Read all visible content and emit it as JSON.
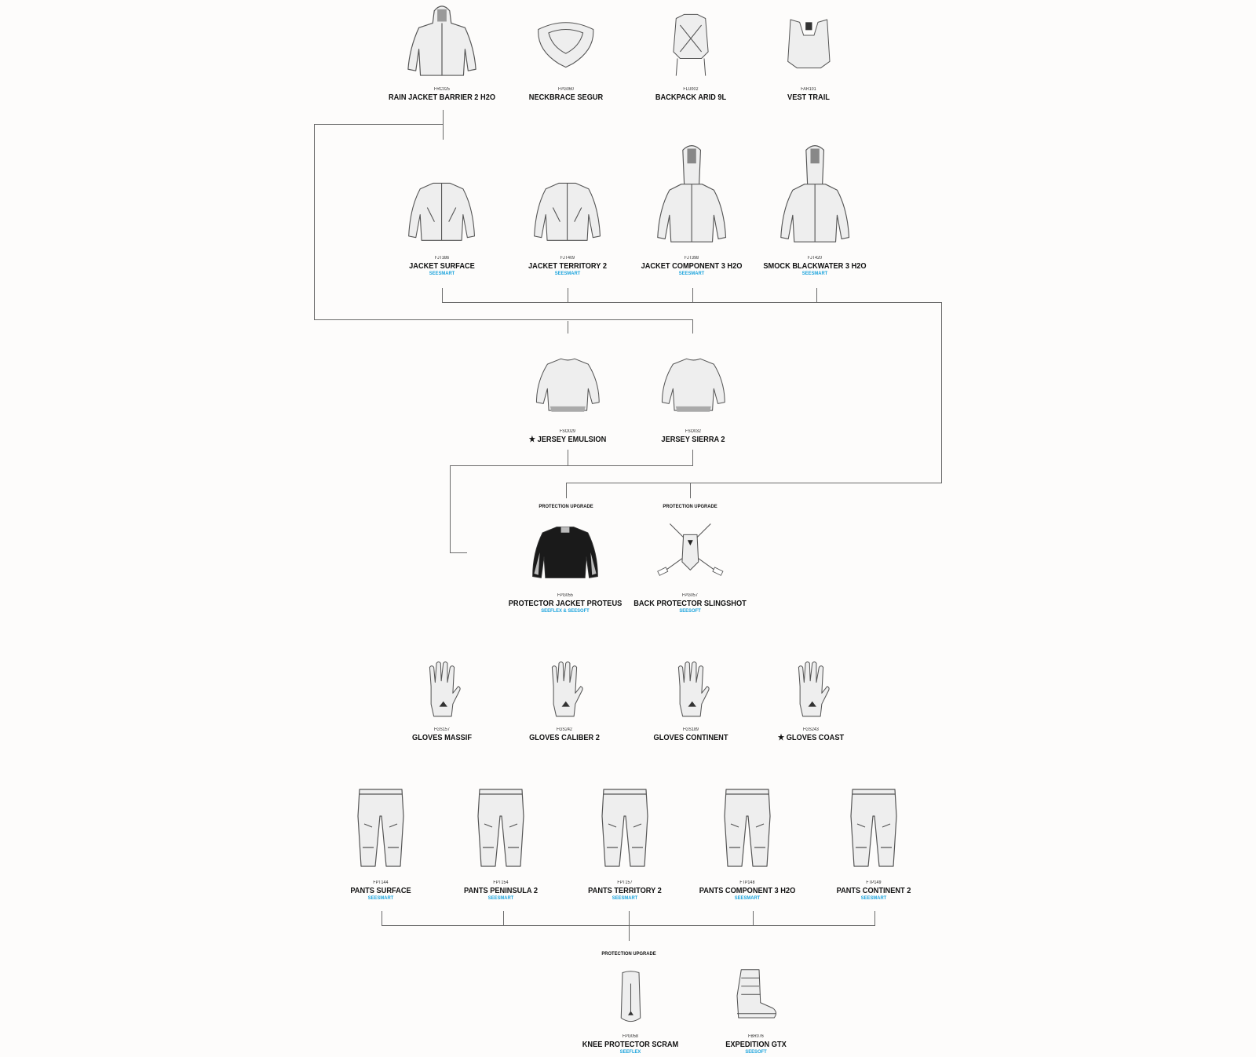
{
  "colors": {
    "tech": "#1aa3dc",
    "line": "#6b6b6b",
    "ink": "#111111"
  },
  "protection_upgrade_label": "PROTECTION UPGRADE",
  "items": [
    {
      "code": "FRC025",
      "name": "RAIN JACKET BARRIER 2 H2O",
      "tech": "",
      "star": false,
      "icon": "rain-jacket"
    },
    {
      "code": "FPG060",
      "name": "NECKBRACE SEGUR",
      "tech": "",
      "star": false,
      "icon": "neckbrace"
    },
    {
      "code": "FLU002",
      "name": "BACKPACK ARID 9L",
      "tech": "",
      "star": false,
      "icon": "backpack"
    },
    {
      "code": "FAR101",
      "name": "VEST TRAIL",
      "tech": "",
      "star": false,
      "icon": "vest"
    },
    {
      "code": "FJT386",
      "name": "JACKET SURFACE",
      "tech": "SEESMART",
      "star": false,
      "icon": "jacket"
    },
    {
      "code": "FJT409",
      "name": "JACKET TERRITORY 2",
      "tech": "SEESMART",
      "star": false,
      "icon": "jacket"
    },
    {
      "code": "FJT398",
      "name": "JACKET COMPONENT 3 H2O",
      "tech": "SEESMART",
      "star": false,
      "icon": "hooded-jacket"
    },
    {
      "code": "FJT420",
      "name": "SMOCK BLACKWATER 3 H2O",
      "tech": "SEESMART",
      "star": false,
      "icon": "hooded-jacket"
    },
    {
      "code": "FSO029",
      "name": "JERSEY EMULSION",
      "tech": "",
      "star": true,
      "icon": "jersey"
    },
    {
      "code": "FSO032",
      "name": "JERSEY SIERRA 2",
      "tech": "",
      "star": false,
      "icon": "jersey"
    },
    {
      "code": "FPG055",
      "name": "PROTECTOR JACKET PROTEUS",
      "tech": "SEEFLEX & SEESOFT",
      "star": false,
      "icon": "protector-jacket"
    },
    {
      "code": "FPG057",
      "name": "BACK PROTECTOR SLINGSHOT",
      "tech": "SEESOFT",
      "star": false,
      "icon": "back-protector"
    },
    {
      "code": "FGS157",
      "name": "GLOVES MASSIF",
      "tech": "",
      "star": false,
      "icon": "glove"
    },
    {
      "code": "FGS242",
      "name": "GLOVES CALIBER 2",
      "tech": "",
      "star": false,
      "icon": "glove"
    },
    {
      "code": "FGS189",
      "name": "GLOVES CONTINENT",
      "tech": "",
      "star": false,
      "icon": "glove"
    },
    {
      "code": "FGS243",
      "name": "GLOVES COAST",
      "tech": "",
      "star": true,
      "icon": "glove"
    },
    {
      "code": "FPT144",
      "name": "PANTS SURFACE",
      "tech": "SEESMART",
      "star": false,
      "icon": "pants"
    },
    {
      "code": "FPT154",
      "name": "PANTS PENINSULA 2",
      "tech": "SEESMART",
      "star": false,
      "icon": "pants"
    },
    {
      "code": "FPT157",
      "name": "PANTS TERRITORY 2",
      "tech": "SEESMART",
      "star": false,
      "icon": "pants"
    },
    {
      "code": "FTP148",
      "name": "PANTS COMPONENT 3 H2O",
      "tech": "SEESMART",
      "star": false,
      "icon": "pants"
    },
    {
      "code": "FTP149",
      "name": "PANTS CONTINENT 2",
      "tech": "SEESMART",
      "star": false,
      "icon": "pants"
    },
    {
      "code": "FPG058",
      "name": "KNEE PROTECTOR SCRAM",
      "tech": "SEEFLEX",
      "star": false,
      "icon": "knee-protector"
    },
    {
      "code": "FBR076",
      "name": "EXPEDITION GTX",
      "tech": "SEESOFT",
      "star": false,
      "icon": "boot"
    }
  ]
}
